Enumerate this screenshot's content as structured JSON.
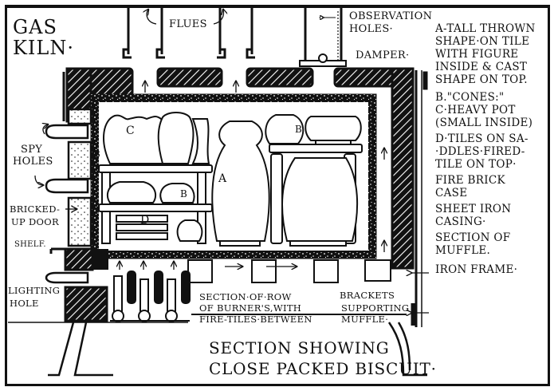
{
  "title": {
    "line1": "GAS",
    "line2": "KILN·"
  },
  "top_labels": {
    "flues": "FLUES",
    "observation_holes_1": "OBSERVATION",
    "observation_holes_2": "HOLES·",
    "damper": "DAMPER·"
  },
  "left_labels": {
    "spy_holes_1": "SPY",
    "spy_holes_2": "HOLES",
    "bricked_up_door_1": "BRICKED-",
    "bricked_up_door_2": "UP DOOR",
    "shelf": "SHELF.",
    "lighting_hole_1": "LIGHTING",
    "lighting_hole_2": "HOLE"
  },
  "legend": [
    "A-TALL THROWN",
    "SHAPE·ON TILE",
    "WITH FIGURE",
    "INSIDE & CAST",
    "SHAPE ON TOP.",
    "B.\"CONES:\"",
    "C·HEAVY POT",
    "(SMALL INSIDE)",
    "D·TILES ON SA-",
    "·DDLES·FIRED-",
    "TILE ON TOP·",
    "FIRE BRICK",
    "CASE",
    "SHEET IRON",
    "CASING·",
    "SECTION OF",
    "MUFFLE.",
    "IRON FRAME·"
  ],
  "bottom_labels": {
    "burners_1": "SECTION·OF·ROW",
    "burners_2": "OF BURNER'S,WITH",
    "burners_3": "FIRE-TILES·BETWEEN",
    "brackets_1": "BRACKETS",
    "brackets_2": "SUPPORTING",
    "brackets_3": "MUFFLE·"
  },
  "caption": {
    "line1": "SECTION SHOWING",
    "line2": "CLOSE PACKED BISCUIT·"
  },
  "item_letters": {
    "a": "A",
    "b1": "B",
    "b2": "B",
    "b3": "B",
    "c": "C",
    "d": "D"
  },
  "colors": {
    "ink": "#111111",
    "paper": "#ffffff"
  }
}
